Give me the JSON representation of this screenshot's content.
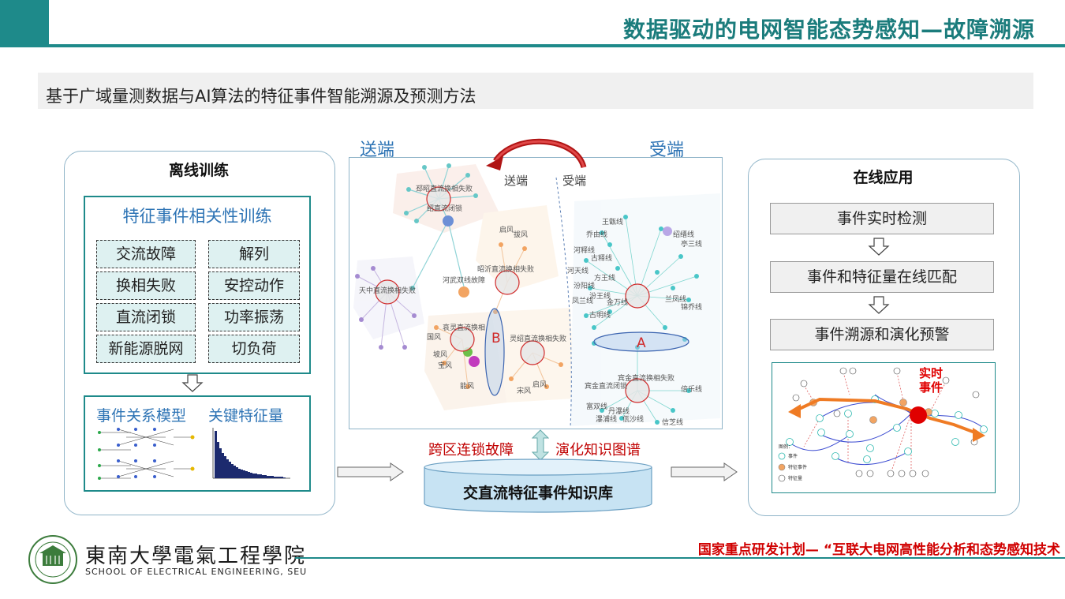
{
  "header": {
    "title": "数据驱动的电网智能态势感知—故障溯源"
  },
  "subtitle": "基于广域量测数据与AI算法的特征事件智能溯源及预测方法",
  "offline": {
    "title": "离线训练",
    "feature_title": "特征事件相关性训练",
    "features": [
      "交流故障",
      "解列",
      "换相失败",
      "安控动作",
      "直流闭锁",
      "功率振荡",
      "新能源脱网",
      "切负荷"
    ],
    "model_label": "事件关系模型",
    "key_label": "关键特征量"
  },
  "graph": {
    "send_label": "送端",
    "recv_label": "受端",
    "inner_send": "送端",
    "inner_recv": "受端",
    "cluster_a": "A",
    "cluster_b": "B",
    "nodes_left": [
      "邳昭直流换相失败",
      "绍直流闭锁",
      "天中直流换相失败",
      "河武双线故障",
      "昭沂直流换相失败",
      "哀灵直流换相",
      "灵绍直流换相失败",
      "启风",
      "拔风",
      "国风",
      "坡风",
      "宝风",
      "能风",
      "宋风",
      "启风"
    ],
    "nodes_right": [
      "王甑线",
      "乔由线",
      "河释线",
      "古释线",
      "河天线",
      "汾阳线",
      "凤兰线",
      "汾王线",
      "古明线",
      "绍缙线",
      "亭三线",
      "方王线",
      "金万线",
      "兰凤线",
      "锦乔线",
      "宾金直流换相失败",
      "宾金直流闭锁",
      "富双线",
      "丹瀑线",
      "瀑浦线",
      "佤沙线",
      "信芝线",
      "倍乐线"
    ]
  },
  "bridge": {
    "left": "跨区连锁故障",
    "right": "演化知识图谱"
  },
  "database": {
    "label": "交直流特征事件知识库"
  },
  "online": {
    "title": "在线应用",
    "steps": [
      "事件实时检测",
      "事件和特征量在线匹配",
      "事件溯源和演化预警"
    ],
    "realtime_label": "实时事件",
    "legend_title": "图例：",
    "legend": [
      "事件",
      "特征事件",
      "特征量"
    ]
  },
  "footer": {
    "school_cn": "東南大學電氣工程學院",
    "school_en": "SCHOOL OF ELECTRICAL ENGINEERING, SEU",
    "project": "国家重点研发计划— “互联大电网高性能分析和态势感知技术"
  },
  "colors": {
    "teal": "#1e8a8a",
    "blue_text": "#2e74b5",
    "red": "#c00000"
  }
}
